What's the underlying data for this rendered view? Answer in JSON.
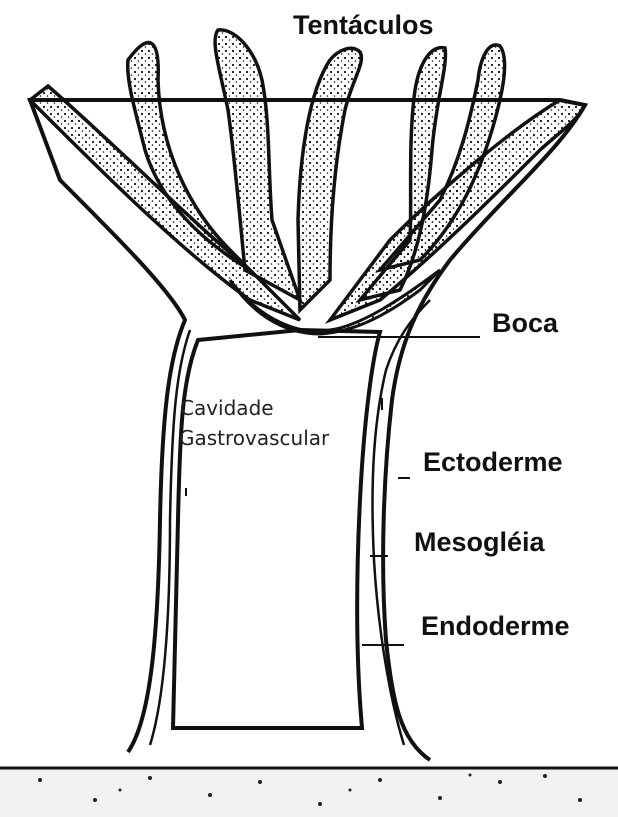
{
  "diagram": {
    "labels": {
      "tentacles": "Tentáculos",
      "mouth": "Boca",
      "cavity_line1": "Cavidade",
      "cavity_line2": "Gastrovascular",
      "ectoderm": "Ectoderme",
      "mesoglea": "Mesogléia",
      "endoderm": "Endoderme"
    }
  }
}
